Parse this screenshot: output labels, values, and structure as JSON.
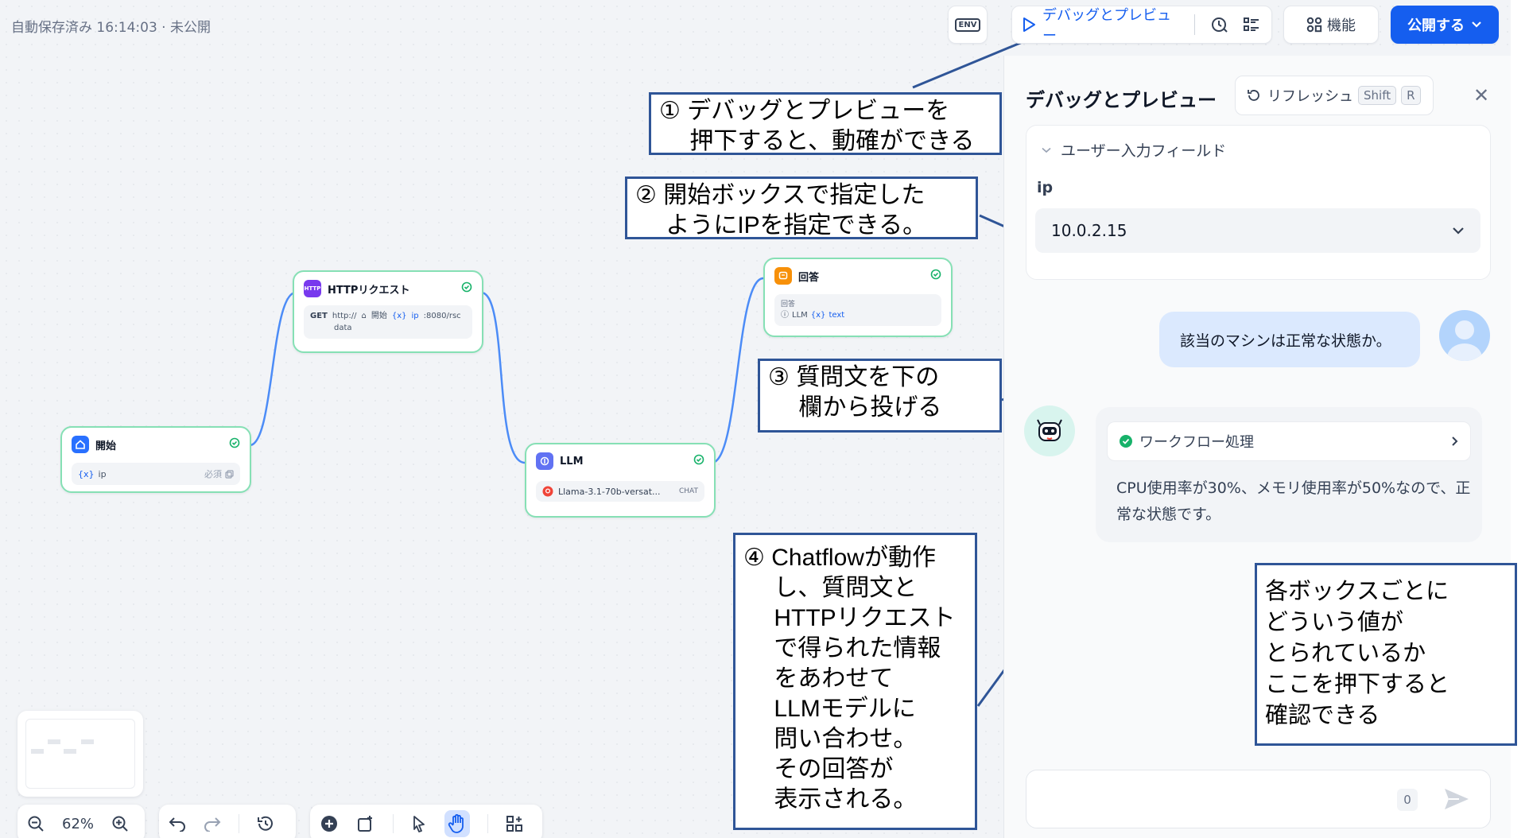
{
  "header": {
    "autosave": "自動保存済み 16:14:03 · 未公開",
    "env_badge": "ENV",
    "debug_preview_label": "デバッグとプレビュー",
    "features_label": "機能",
    "publish_label": "公開する"
  },
  "nodes": {
    "start": {
      "title": "開始",
      "var": "ip",
      "required": "必須"
    },
    "http": {
      "title": "HTTPリクエスト",
      "method": "GET",
      "url_prefix": "http://",
      "url_node": "開始",
      "url_var": "ip",
      "url_suffix": ":8080/rsc",
      "url_line2": "data"
    },
    "llm": {
      "title": "LLM",
      "model": "Llama-3.1-70b-versat...",
      "mode": "CHAT"
    },
    "answer": {
      "title": "回答",
      "field_label": "回答",
      "ref_node": "LLM",
      "ref_var": "text"
    }
  },
  "annotations": {
    "a1": "① デバッグとプレビューを\n　 押下すると、動確ができる",
    "a2": "② 開始ボックスで指定した\n　 ようにIPを指定できる。",
    "a3": "③ 質問文を下の\n　 欄から投げる",
    "a4": "④ Chatflowが動作\n　 し、質問文と\n　 HTTPリクエスト\n　 で得られた情報\n　 をあわせて\n　 LLMモデルに\n　 問い合わせ。\n　 その回答が\n　 表示される。",
    "a5": "各ボックスごとに\nどういう値が\nとられているか\nここを押下すると\n確認できる"
  },
  "panel": {
    "title": "デバッグとプレビュー",
    "refresh_label": "リフレッシュ",
    "shortcut_shift": "Shift",
    "shortcut_r": "R",
    "input_section_title": "ユーザー入力フィールド",
    "ip_label": "ip",
    "ip_value": "10.0.2.15",
    "user_message": "該当のマシンは正常な状態か。",
    "workflow_label": "ワークフロー処理",
    "bot_answer": "CPU使用率が30%、メモリ使用率が50%なので、正常な状態です。",
    "char_count": "0"
  },
  "controls": {
    "zoom": "62%"
  },
  "colors": {
    "accent": "#155eef",
    "node_border": "#86e0b5",
    "edge": "#4c8cf7",
    "annotation_border": "#2f5597"
  }
}
